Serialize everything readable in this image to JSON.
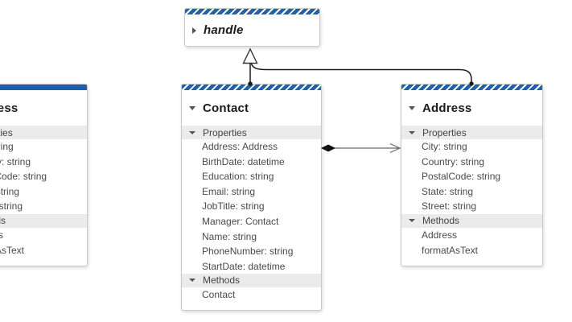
{
  "colors": {
    "header_stripe_blue": "#2062a9",
    "header_solid_blue": "#1f5fa8",
    "section_background": "#ebebeb",
    "node_border": "#c9c9c9",
    "link_black": "#1a1a1a",
    "link_gray": "#666666"
  },
  "nodes": {
    "handle": {
      "title": "handle",
      "state": "collapsed"
    },
    "contact": {
      "title": "Contact",
      "properties_label": "Properties",
      "methods_label": "Methods",
      "properties": [
        "Address: Address",
        "BirthDate: datetime",
        "Education: string",
        "Email: string",
        "JobTitle: string",
        "Manager: Contact",
        "Name: string",
        "PhoneNumber: string",
        "StartDate: datetime"
      ],
      "methods": [
        "Contact"
      ]
    },
    "address": {
      "title": "Address",
      "properties_label": "Properties",
      "methods_label": "Methods",
      "properties": [
        "City: string",
        "Country: string",
        "PostalCode: string",
        "State: string",
        "Street: string"
      ],
      "methods": [
        "Address",
        "formatAsText"
      ]
    }
  },
  "links": [
    {
      "from": "Contact",
      "to": "handle",
      "type": "inheritance"
    },
    {
      "from": "Address",
      "to": "handle",
      "type": "inheritance"
    },
    {
      "from": "Contact",
      "to": "Address",
      "type": "aggregation"
    }
  ]
}
